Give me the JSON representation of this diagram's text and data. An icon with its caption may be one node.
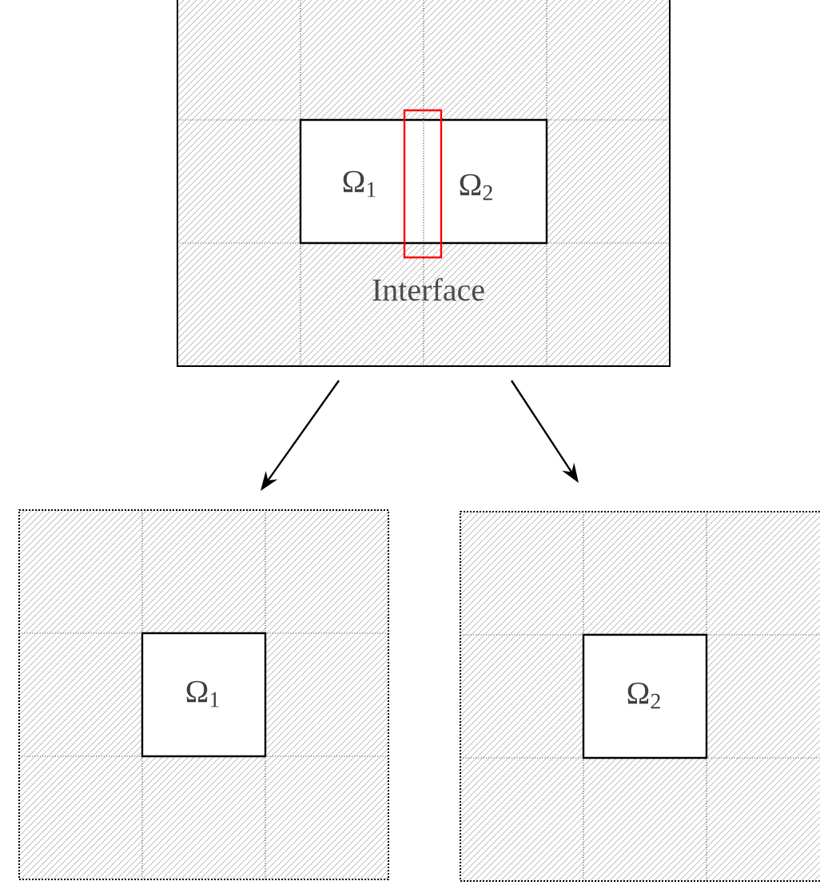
{
  "diagram": {
    "nodes": [
      {
        "text": [],
        "shape": "box"
      },
      {
        "text": [
          "Ω$_{1}$",
          "Ω$_{2}$"
        ],
        "in": 0
      },
      {
        "text": [],
        "shape": "box",
        "in": 0,
        "beside": [
          "Interface"
        ]
      },
      {
        "text": [],
        "shape": "box"
      },
      {
        "text": [
          "Ω$_{1}$"
        ],
        "in": 3
      },
      {
        "text": [],
        "shape": "box"
      },
      {
        "text": [
          "Ω$_{2}$"
        ],
        "in": 5
      }
    ],
    "edges": [
      {
        "from": 0,
        "to": 3,
        "arrow": "to"
      },
      {
        "from": 0,
        "to": 5,
        "arrow": "to"
      }
    ]
  }
}
